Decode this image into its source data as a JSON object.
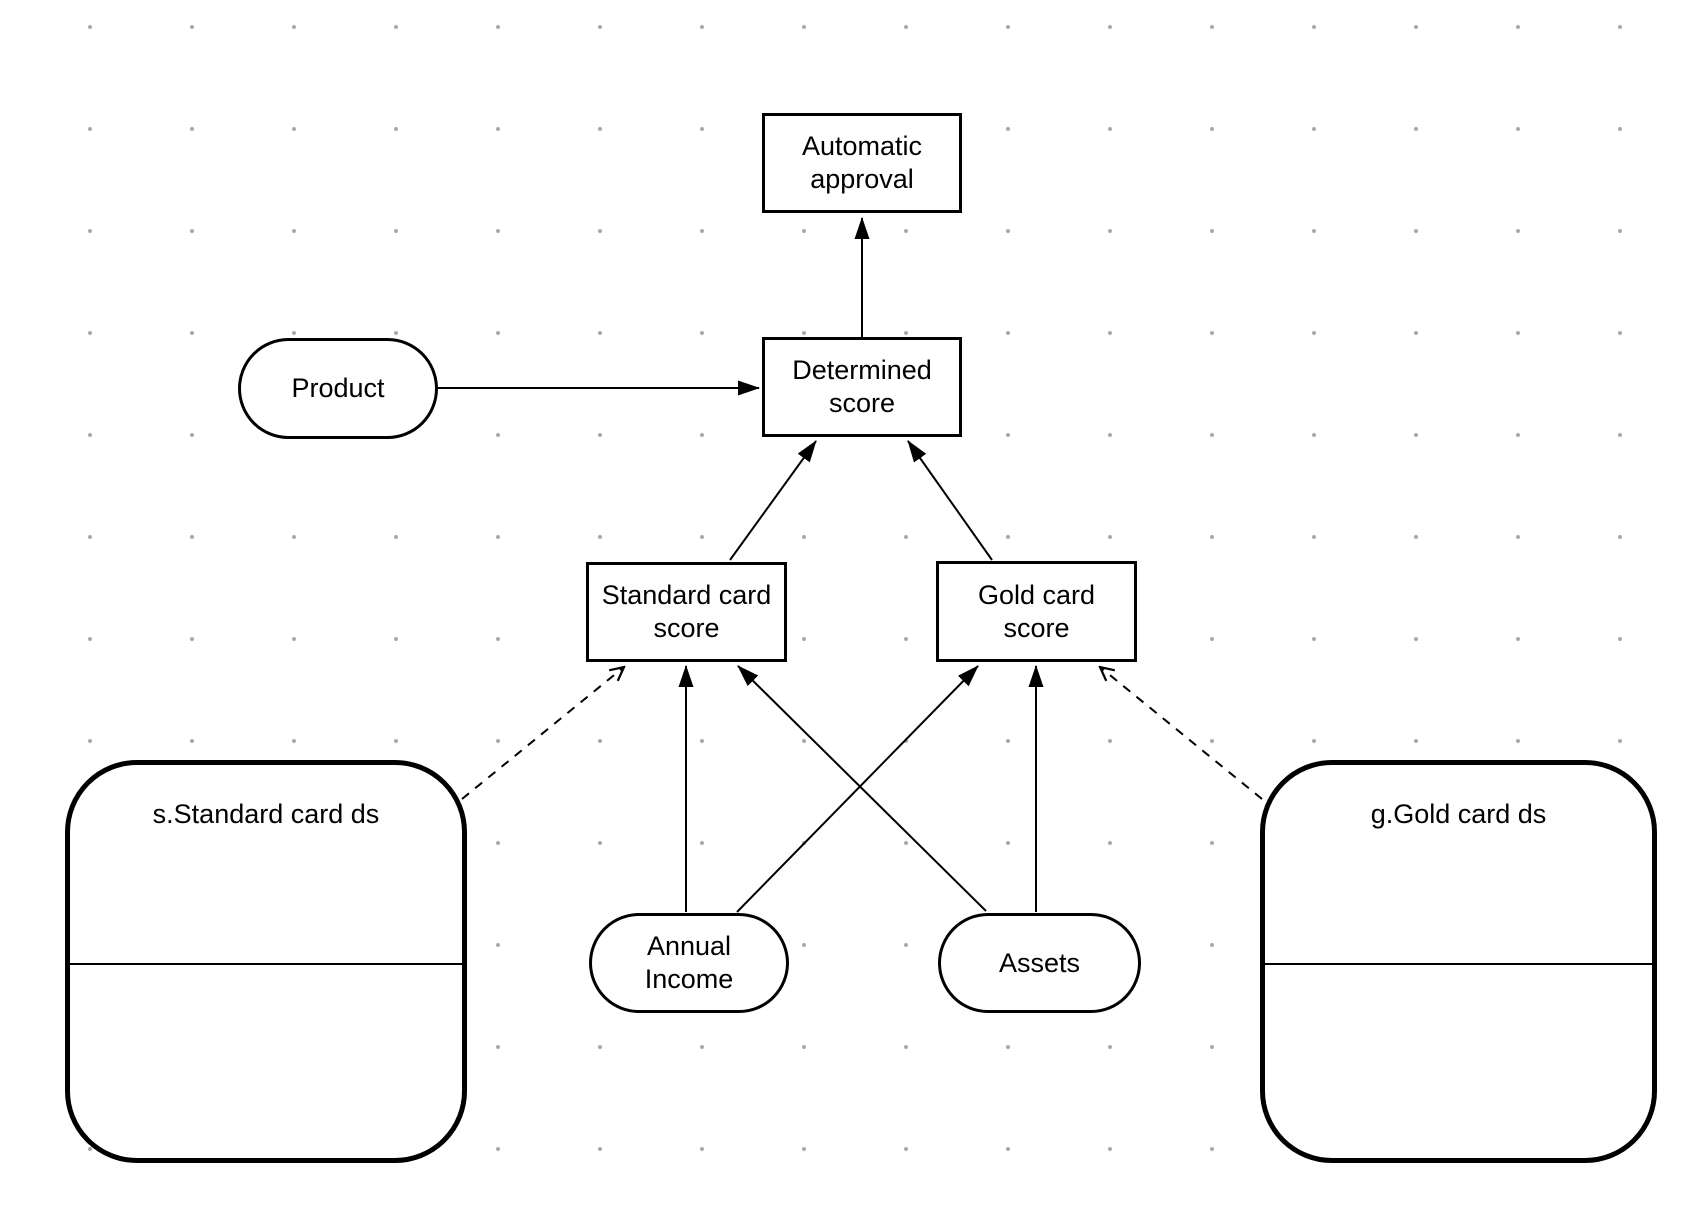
{
  "diagram": {
    "type": "decision-requirements-diagram",
    "nodes": {
      "automatic_approval": {
        "label": "Automatic approval",
        "shape": "rectangle",
        "role": "decision"
      },
      "determined_score": {
        "label": "Determined score",
        "shape": "rectangle",
        "role": "decision"
      },
      "product": {
        "label": "Product",
        "shape": "stadium",
        "role": "input-data"
      },
      "standard_card_score": {
        "label": "Standard card score",
        "shape": "rectangle",
        "role": "decision"
      },
      "gold_card_score": {
        "label": "Gold card score",
        "shape": "rectangle",
        "role": "decision"
      },
      "annual_income": {
        "label": "Annual Income",
        "shape": "stadium",
        "role": "input-data"
      },
      "assets": {
        "label": "Assets",
        "shape": "stadium",
        "role": "input-data"
      },
      "standard_card_ds": {
        "label": "s.Standard card ds",
        "shape": "rounded-container",
        "role": "decision-service"
      },
      "gold_card_ds": {
        "label": "g.Gold card ds",
        "shape": "rounded-container",
        "role": "decision-service"
      }
    },
    "edges": [
      {
        "from": "determined_score",
        "to": "automatic_approval",
        "style": "solid-filled-arrow"
      },
      {
        "from": "product",
        "to": "determined_score",
        "style": "solid-filled-arrow"
      },
      {
        "from": "standard_card_score",
        "to": "determined_score",
        "style": "solid-filled-arrow"
      },
      {
        "from": "gold_card_score",
        "to": "determined_score",
        "style": "solid-filled-arrow"
      },
      {
        "from": "annual_income",
        "to": "standard_card_score",
        "style": "solid-filled-arrow"
      },
      {
        "from": "annual_income",
        "to": "gold_card_score",
        "style": "solid-filled-arrow"
      },
      {
        "from": "assets",
        "to": "standard_card_score",
        "style": "solid-filled-arrow"
      },
      {
        "from": "assets",
        "to": "gold_card_score",
        "style": "solid-filled-arrow"
      },
      {
        "from": "standard_card_ds",
        "to": "standard_card_score",
        "style": "dashed-open-arrow"
      },
      {
        "from": "gold_card_ds",
        "to": "gold_card_score",
        "style": "dashed-open-arrow"
      }
    ],
    "colors": {
      "background": "#ffffff",
      "stroke": "#000000",
      "text": "#000000",
      "grid_dot": "#a6a6a6"
    }
  }
}
